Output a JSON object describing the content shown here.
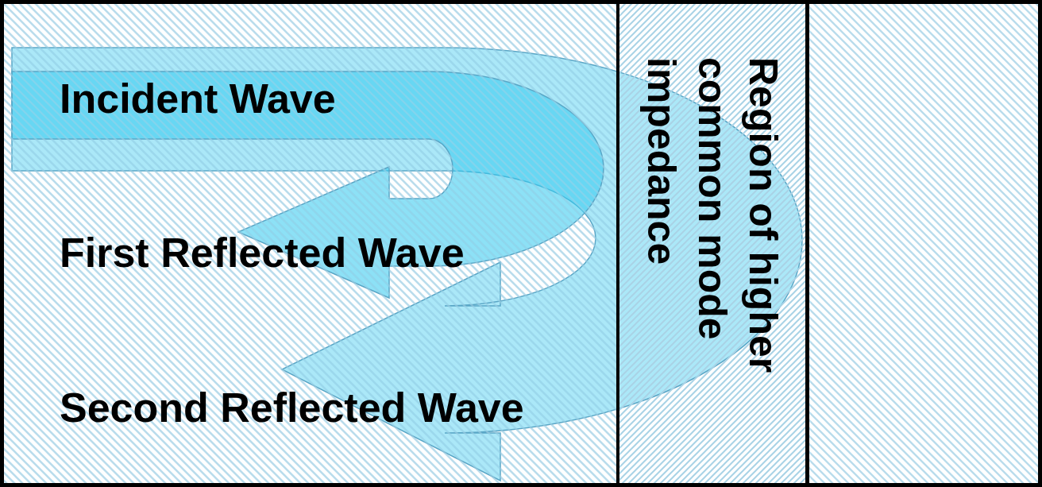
{
  "diagram": {
    "nodes": [
      {
        "text": [
          "Region of higher common mode impedance"
        ]
      }
    ],
    "labels": [
      "Incident Wave",
      "First Reflected Wave",
      "Second Reflected Wave"
    ]
  }
}
